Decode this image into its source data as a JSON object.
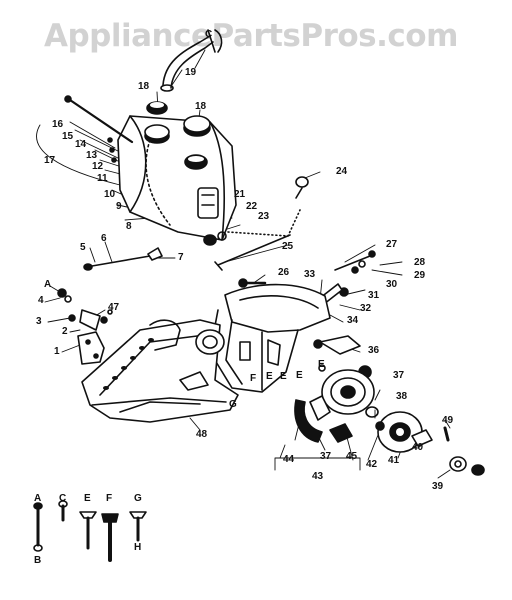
{
  "watermark": "AppliancePartsPros.com",
  "callouts": [
    "C",
    "19",
    "18",
    "18",
    "16",
    "15",
    "14",
    "13",
    "12",
    "11",
    "17",
    "10",
    "9",
    "8",
    "24",
    "21",
    "22",
    "23",
    "25",
    "6",
    "5",
    "7",
    "27",
    "28",
    "29",
    "30",
    "26",
    "33",
    "31",
    "32",
    "34",
    "A",
    "4",
    "3",
    "47",
    "2",
    "1",
    "36",
    "37",
    "38",
    "E",
    "E",
    "E",
    "E",
    "F",
    "G",
    "49",
    "40",
    "39",
    "41",
    "42",
    "48",
    "44",
    "37",
    "45",
    "43",
    "A",
    "C",
    "E",
    "F",
    "G",
    "B",
    "H"
  ]
}
